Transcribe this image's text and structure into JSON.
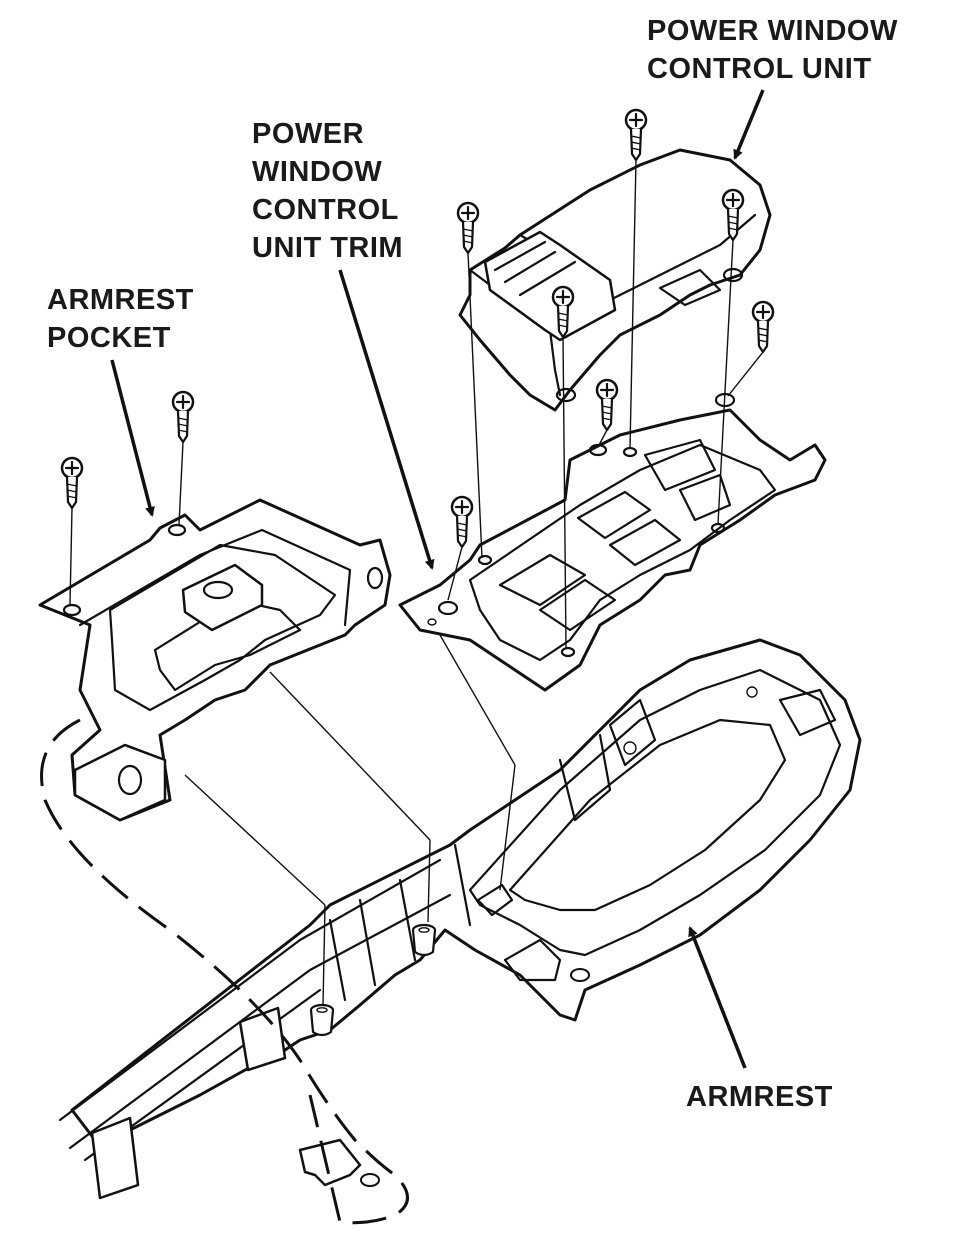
{
  "labels": {
    "power_window_control_unit": [
      "POWER WINDOW",
      "CONTROL UNIT"
    ],
    "power_window_control_unit_trim": [
      "POWER",
      "WINDOW",
      "CONTROL",
      "UNIT TRIM"
    ],
    "armrest_pocket": [
      "ARMREST",
      "POCKET"
    ],
    "armrest": [
      "ARMREST"
    ]
  },
  "colors": {
    "line": "#111111",
    "text": "#1a1a1a",
    "background": "#ffffff"
  },
  "icons": {
    "screw": "screw-icon",
    "clip": "clip-icon"
  }
}
